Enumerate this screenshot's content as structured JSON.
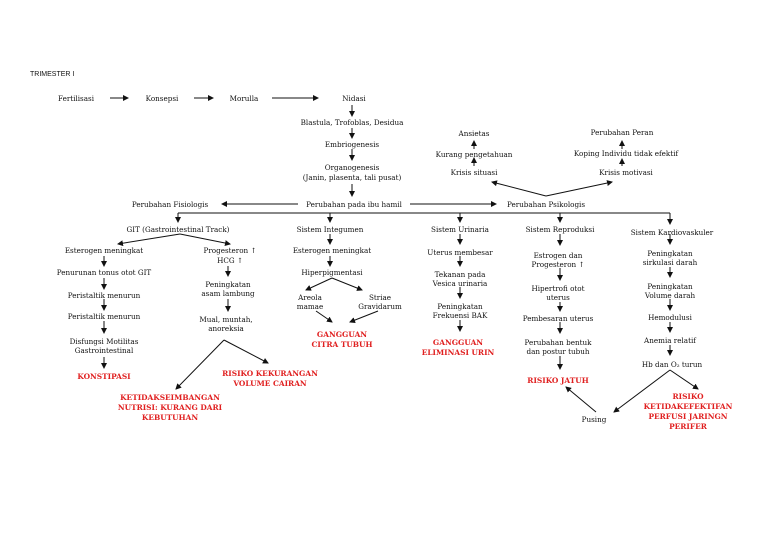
{
  "header": {
    "title": "TRIMESTER I"
  },
  "chain": [
    "Fertilisasi",
    "Konsepsi",
    "Morulla",
    "Nidasi",
    "Blastula, Trofoblas, Desidua",
    "Embriogenesis",
    "Organogenesis",
    "(Janin, plasenta, tali pusat)"
  ],
  "center": "Perubahan pada ibu hamil",
  "fisiologis": "Perubahan Fisiologis",
  "psikologis": {
    "title": "Perubahan Psikologis",
    "left": [
      "Ansietas",
      "Kurang pengetahuan",
      "Krisis situasi"
    ],
    "right": [
      "Perubahan Peran",
      "Koping Individu tidak efektif",
      "Krisis motivasi"
    ]
  },
  "git": {
    "title": "GIT (Gastrointestinal Track)",
    "left": [
      "Esterogen meningkat",
      "Penurunan tonus otot GIT",
      "Peristaltik menurun",
      "Peristaltik menurun",
      "Disfungsi Motilitas",
      "Gastrointestinal"
    ],
    "left_dx": "KONSTIPASI",
    "right": [
      "Progesteron ↑",
      "HCG ↑",
      "Peningkatan",
      "asam lambung",
      "Mual, muntah,",
      "anoreksia"
    ],
    "dx1": [
      "KETIDAKSEIMBANGAN",
      "NUTRISI: KURANG DARI",
      "KEBUTUHAN"
    ],
    "dx2": [
      "RISIKO KEKURANGAN",
      "VOLUME CAIRAN"
    ]
  },
  "integumen": {
    "title": "Sistem Integumen",
    "items": [
      "Esterogen meningkat",
      "Hiperpigmentasi"
    ],
    "left": [
      "Areola",
      "mamae"
    ],
    "right": [
      "Striae",
      "Gravidarum"
    ],
    "dx": [
      "GANGGUAN",
      "CITRA TUBUH"
    ]
  },
  "urinaria": {
    "title": "Sistem Urinaria",
    "items": [
      "Uterus membesar",
      "Tekanan pada",
      "Vesica urinaria",
      "Peningkatan",
      "Frekuensi BAK"
    ],
    "dx": [
      "GANGGUAN",
      "ELIMINASI URIN"
    ]
  },
  "reproduksi": {
    "title": "Sistem Reproduksi",
    "items": [
      "Estrogen dan",
      "Progesteron ↑",
      "Hipertrofi otot",
      "uterus",
      "Pembesaran uterus",
      "Perubahan bentuk",
      "dan postur tubuh"
    ],
    "dx": "RISIKO JATUH",
    "pusing": "Pusing"
  },
  "kardio": {
    "title": "Sistem Kardiovaskuler",
    "items": [
      "Peningkatan",
      "sirkulasi darah",
      "Peningkatan",
      "Volume darah",
      "Hemodulusi",
      "Anemia relatif",
      "Hb dan O₂ turun"
    ],
    "dx": [
      "RISIKO",
      "KETIDAKEFEKTIFAN",
      "PERFUSI JARINGN",
      "PERIFER"
    ]
  }
}
